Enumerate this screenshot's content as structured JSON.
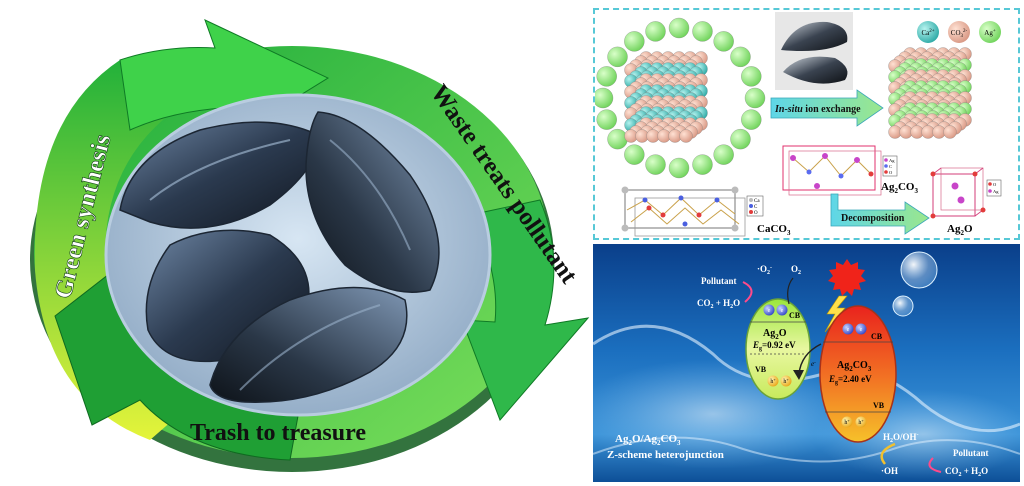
{
  "cycle": {
    "label_left": "Green synthesis",
    "label_right": "Waste treats pollutant",
    "label_bottom": "Trash to treasure"
  },
  "top_panel": {
    "legend": {
      "ca": "Ca",
      "ca_sup": "2+",
      "co": "CO",
      "co_sup": "2-",
      "co_sub": "3",
      "ag": "Ag",
      "ag_sup": "+"
    },
    "arrow_label_italic": "In-situ",
    "arrow_label_rest": " ion exchange",
    "caco3": {
      "main": "CaCO",
      "sub": "3"
    },
    "caco3_key": [
      "Ca",
      "C",
      "O"
    ],
    "ag2co3": {
      "a": "Ag",
      "a_sub": "2",
      "b": "CO",
      "b_sub": "3"
    },
    "ag2co3_key": [
      "Ag",
      "C",
      "O"
    ],
    "ag2o": {
      "a": "Ag",
      "a_sub": "2",
      "b": "O"
    },
    "ag2o_key": [
      "O",
      "Ag"
    ],
    "decomposition": "Decomposition"
  },
  "bottom_panel": {
    "pollutant_top": "Pollutant",
    "products_top_a": "CO",
    "products_top_sub": "2",
    "products_top_b": " + H",
    "products_top_sub2": "2",
    "products_top_c": "O",
    "o2_minus": "·O",
    "o2_minus_sub": "2",
    "o2_minus_sup": "-",
    "o2": "O",
    "o2_sub": "2",
    "cb": "CB",
    "vb": "VB",
    "ag2o_name_a": "Ag",
    "ag2o_name_sub": "2",
    "ag2o_name_b": "O",
    "ag2o_eg_label": "E",
    "ag2o_eg_sub": "g",
    "ag2o_eg_value": "=0.92 eV",
    "ag2co3_name_a": "Ag",
    "ag2co3_name_sub": "2",
    "ag2co3_name_b": "CO",
    "ag2co3_name_sub2": "3",
    "ag2co3_eg_label": "E",
    "ag2co3_eg_sub": "g",
    "ag2co3_eg_value": "=2.40 eV",
    "electron": "e",
    "hole": "h",
    "hole_sup": "+",
    "h2o_oh": "H",
    "h2o_oh_sub": "2",
    "h2o_oh_rest": "O/OH",
    "h2o_oh_sup": "-",
    "oh_radical": "·OH",
    "pollutant_bottom": "Pollutant",
    "products_bottom": "CO",
    "products_bottom_sub": "2",
    "products_bottom_rest": " + H",
    "products_bottom_sub2": "2",
    "products_bottom_end": "O",
    "caption_a": "Ag",
    "caption_sub1": "2",
    "caption_b": "O/Ag",
    "caption_sub2": "2",
    "caption_c": "CO",
    "caption_sub3": "3",
    "caption_line2": "Z-scheme heterojunction"
  },
  "colors": {
    "arrow_green": "#2fc33d",
    "arrow_yellow": "#d7ef3a",
    "panel_border": "#57c8d6",
    "water_dark": "#0b3f86",
    "ag2o_band": "#c8ef5a",
    "ag2co3_band": "#f2452a"
  }
}
